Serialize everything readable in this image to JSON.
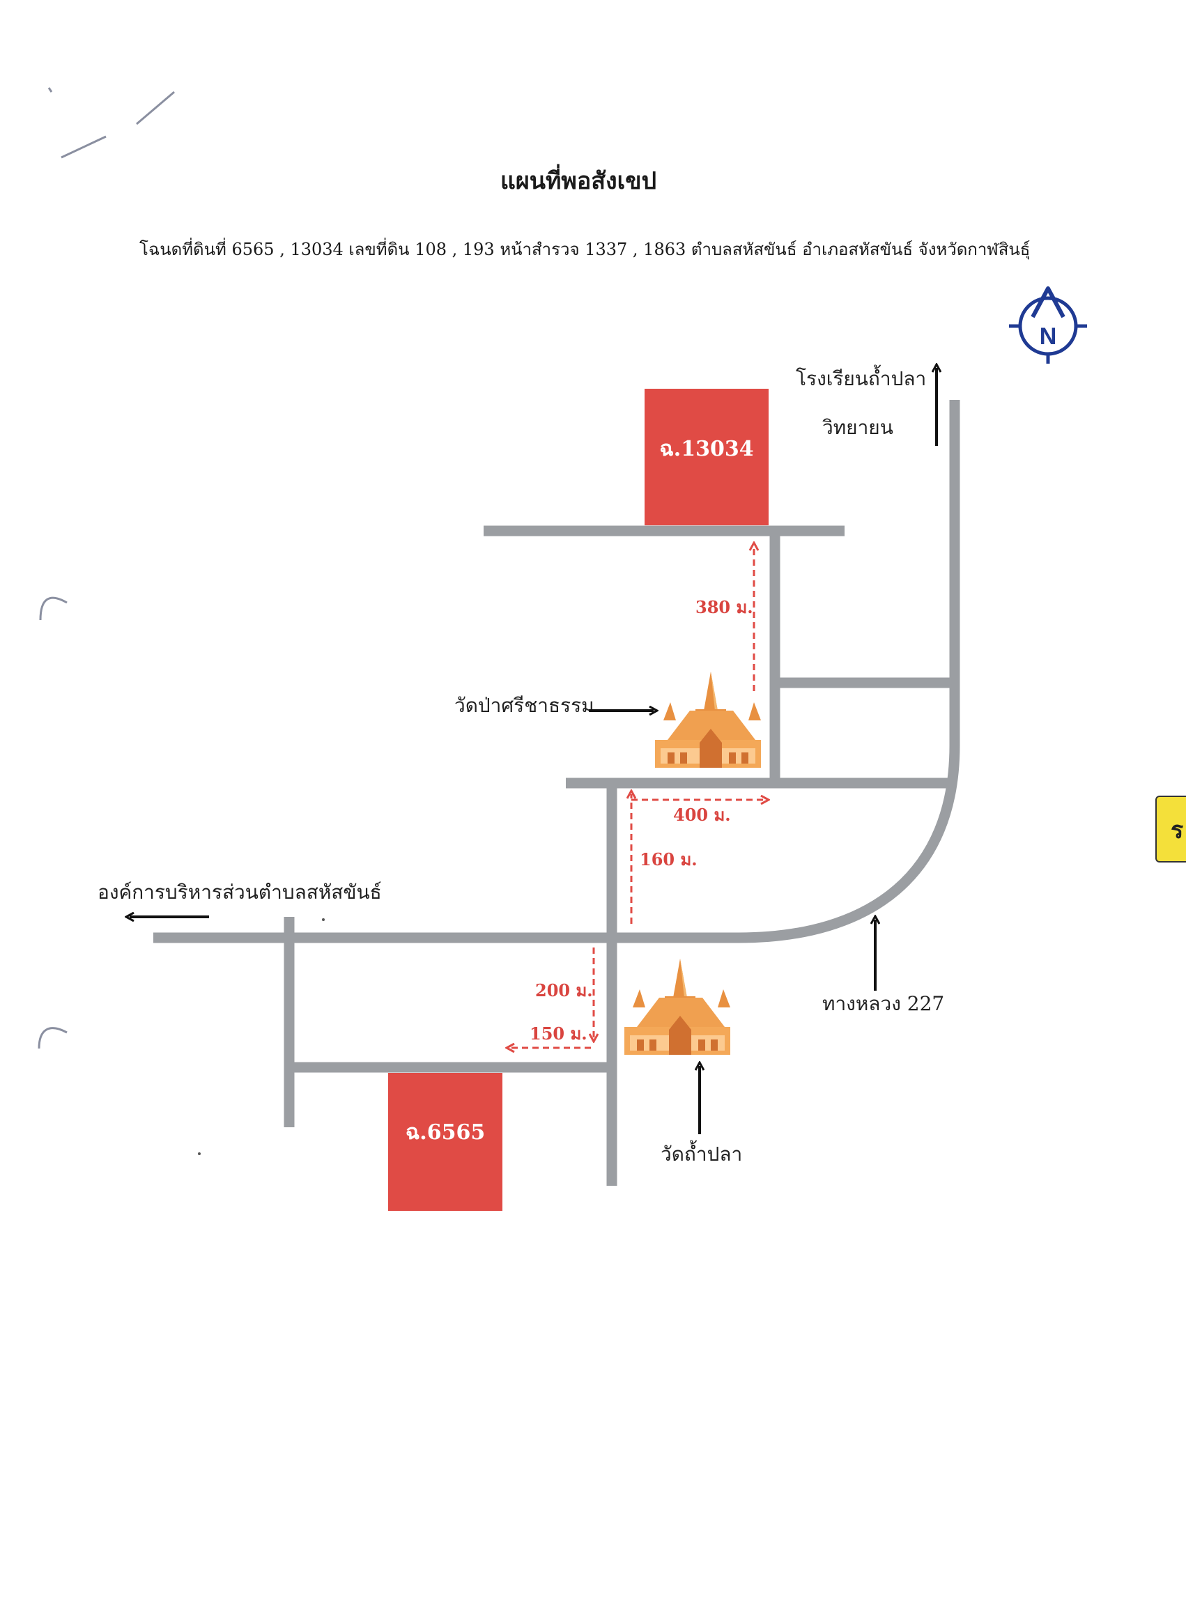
{
  "header": {
    "title": "แผนที่พอสังเขป",
    "subtitle": "โฉนดที่ดินที่ 6565 , 13034 เลขที่ดิน 108 , 193 หน้าสำรวจ 1337 , 1863 ตำบลสหัสขันธ์ อำเภอสหัสขันธ์ จังหวัดกาฬสินธุ์"
  },
  "compass": {
    "letter": "N",
    "icon": "north-arrow-compass-icon",
    "color": "#1f3a93"
  },
  "parcels": [
    {
      "label": "ฉ.13034",
      "color": "#e04b45"
    },
    {
      "label": "ฉ.6565",
      "color": "#e04b45"
    }
  ],
  "places": {
    "school_line1": "โรงเรียนถ้ำปลา",
    "school_line2": "วิทยายน",
    "temple_north": "วัดป่าศรีชาธรรม",
    "temple_south": "วัดถ้ำปลา",
    "sao": "องค์การบริหารส่วนตำบลสหัสขันธ์",
    "highway": "ทางหลวง 227"
  },
  "distances": {
    "d380": "380 ม.",
    "d400": "400 ม.",
    "d160": "160 ม.",
    "d200": "200 ม.",
    "d150": "150 ม."
  },
  "colors": {
    "road": "#9b9ea2",
    "parcel": "#e04b45",
    "route": "#e04b45",
    "temple": "#f0a050"
  },
  "side_tab": {
    "text": "ร"
  }
}
